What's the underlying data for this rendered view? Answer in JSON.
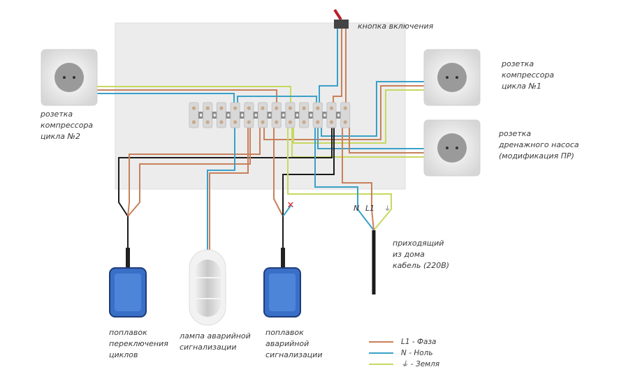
{
  "colors": {
    "phase": "#c8805a",
    "neutral": "#3aa0c8",
    "ground": "#c8d860",
    "black": "#1a1a1a",
    "panel": "#ececec",
    "float_body": "#3a6fc8",
    "switch_body": "#444444",
    "switch_lever": "#b8202a"
  },
  "labels": {
    "power_button": "кнопка включения",
    "socket_cycle2": "розетка\nкомпрессора\nцикла №2",
    "socket_cycle1": "розетка\nкомпрессора\nцикла №1",
    "socket_drain": "розетка\nдренажного насоса\n(модификация ПР)",
    "float_cycle_switch": "поплавок\nпереключения\nциклов",
    "alarm_lamp": "лампа аварийной\nсигнализации",
    "float_alarm": "поплавок\nаварийной\nсигнализации",
    "incoming_cable": "приходящий\nиз дома\nкабель (220В)",
    "cable_n": "N",
    "cable_l1": "L1",
    "cable_ground": "⏚",
    "disconnected_mark": "✕"
  },
  "legend": [
    {
      "key": "phase",
      "label": "L1 - Фаза"
    },
    {
      "key": "neutral",
      "label": "N - Ноль"
    },
    {
      "key": "ground",
      "label": "⏚ - Земля"
    }
  ],
  "terminal_block": {
    "terminal_count": 12
  }
}
